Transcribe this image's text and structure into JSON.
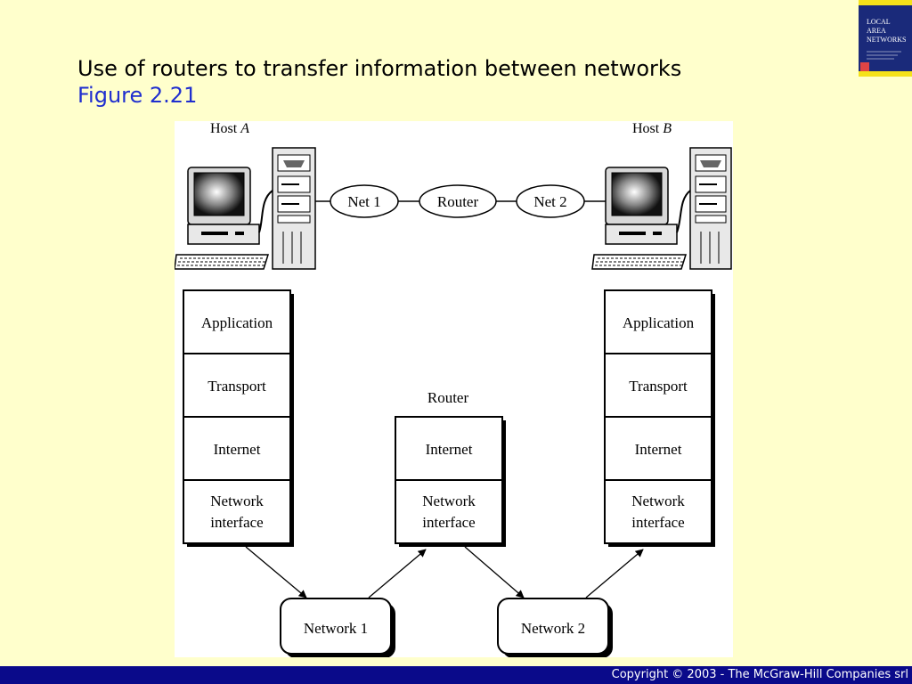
{
  "slide": {
    "title": "Use of routers to transfer information between networks",
    "subtitle": "Figure 2.21"
  },
  "book_cover": {
    "lines": [
      "LOCAL",
      "AREA",
      "NETWORKS"
    ]
  },
  "diagram": {
    "host_a_label": "Host ",
    "host_a_letter": "A",
    "host_b_label": "Host ",
    "host_b_letter": "B",
    "net1": "Net 1",
    "router_oval": "Router",
    "net2": "Net 2",
    "router_stack_title": "Router",
    "layers": {
      "application": "Application",
      "transport": "Transport",
      "internet": "Internet",
      "network_line1": "Network",
      "network_line2": "interface"
    },
    "network1": "Network 1",
    "network2": "Network 2"
  },
  "footer": {
    "copyright": "Copyright © 2003 - The McGraw-Hill Companies srl"
  },
  "colors": {
    "background": "#ffffcc",
    "subtitle": "#1f2ecf",
    "footer": "#0a0a8a",
    "book_cover": "#1a2a7a",
    "book_stripe": "#f5e21a"
  }
}
